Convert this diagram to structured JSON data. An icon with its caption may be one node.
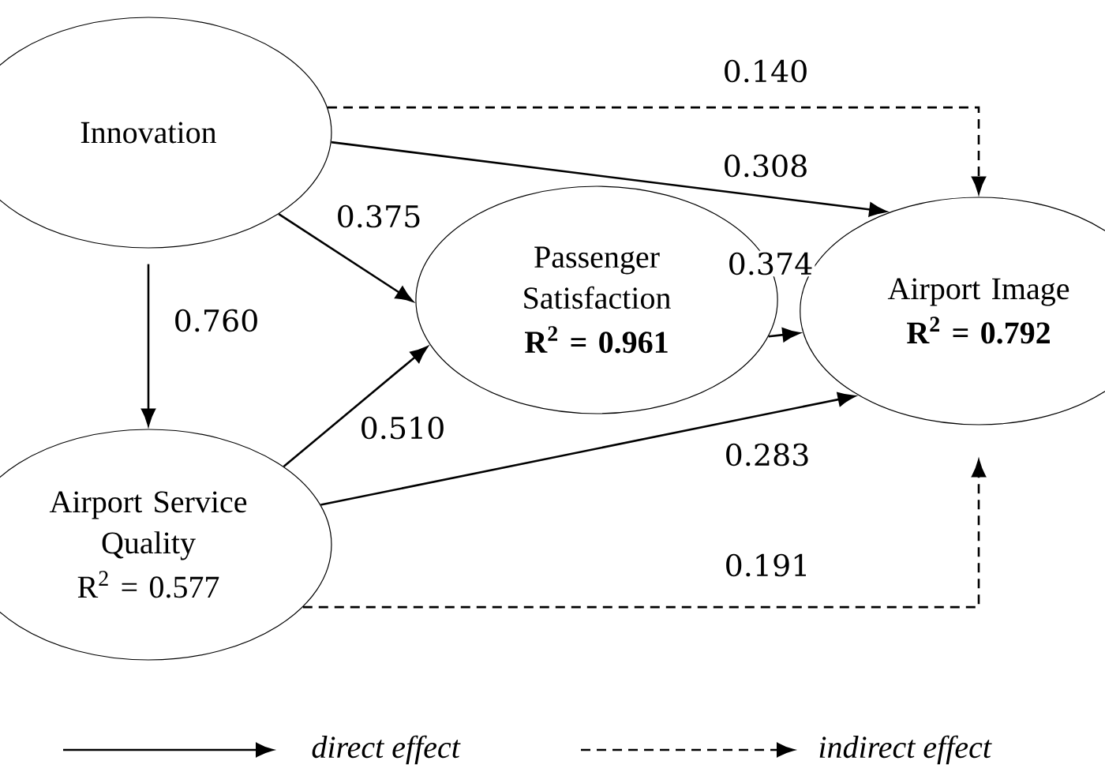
{
  "diagram": {
    "nodes": [
      {
        "text": [
          "Innovation"
        ]
      },
      {
        "text": [
          "Airport Service Quality",
          "R$^{2}$ = 0.577"
        ]
      },
      {
        "text": [
          "Passenger Satisfaction",
          "R$^{2}$ = 0.961"
        ]
      },
      {
        "text": [
          "Airport Image",
          "R$^{2}$ = 0.792"
        ]
      }
    ],
    "edges": [
      {
        "from": 0,
        "to": 3,
        "arrow": "to",
        "label": "0.140",
        "style": "dashed"
      },
      {
        "from": 0,
        "to": 3,
        "arrow": "to",
        "label": "0.308"
      },
      {
        "from": 0,
        "to": 2,
        "arrow": "to",
        "label": "0.375"
      },
      {
        "from": 0,
        "to": 1,
        "arrow": "to",
        "label": "0.760"
      },
      {
        "from": 2,
        "to": 3,
        "arrow": "to",
        "label": "0.374"
      },
      {
        "from": 1,
        "to": 2,
        "arrow": "to",
        "label": "0.510"
      },
      {
        "from": 1,
        "to": 3,
        "arrow": "to",
        "label": "0.283"
      },
      {
        "from": 1,
        "to": 3,
        "arrow": "to",
        "label": "0.191",
        "style": "dashed"
      }
    ],
    "legend": [
      {
        "text": "direct effect"
      },
      {
        "text": "indirect effect"
      }
    ]
  }
}
